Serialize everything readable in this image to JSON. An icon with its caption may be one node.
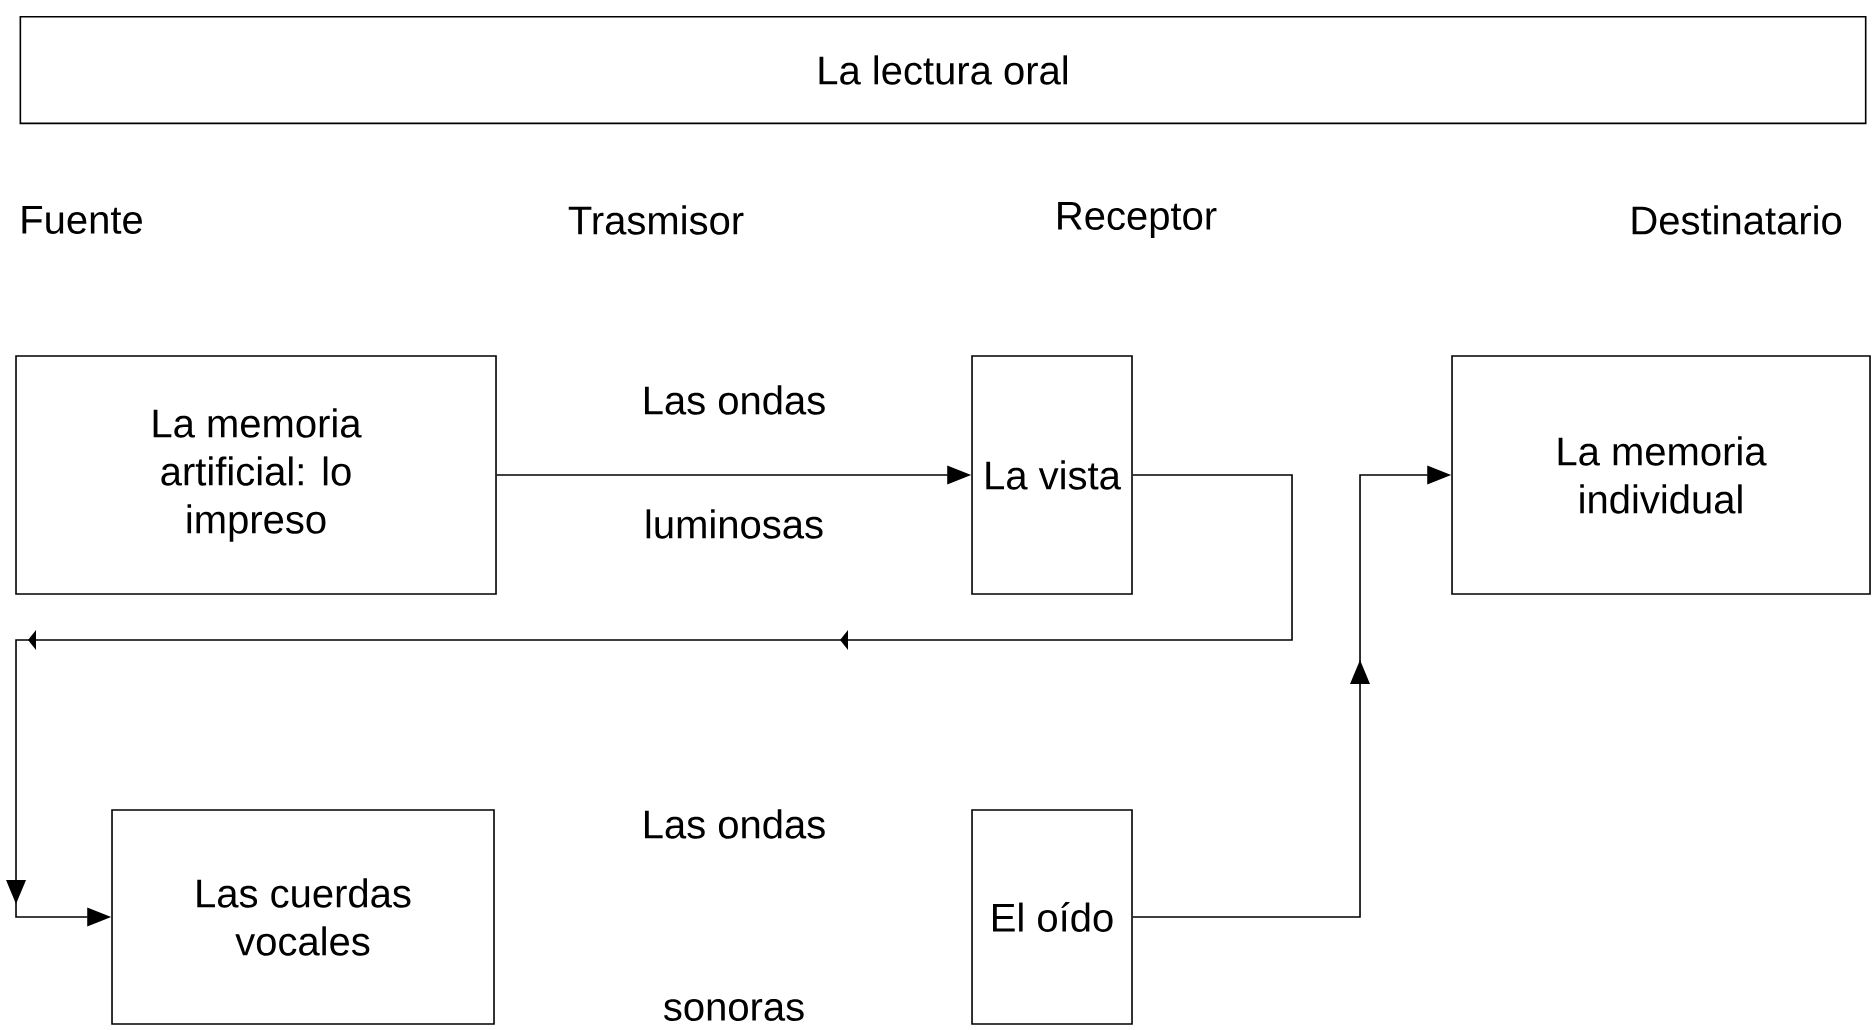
{
  "diagram": {
    "title": "La lectura oral",
    "nodes": [
      {
        "text": [
          "La memoria artificial: lo impreso"
        ]
      },
      {
        "text": [
          "La vista"
        ]
      },
      {
        "text": [
          "La memoria individual"
        ]
      },
      {
        "text": [
          "Las cuerdas vocales"
        ]
      },
      {
        "text": [
          "El oído"
        ]
      }
    ],
    "edges": [
      {
        "from": 0,
        "to": 1,
        "arrow": "to"
      },
      {
        "from": 1,
        "to": 3,
        "arrow": "to"
      },
      {
        "from": 4,
        "to": 2,
        "arrow": "to"
      }
    ],
    "labels": [
      "Fuente",
      "Trasmisor",
      "Receptor",
      "Destinatario",
      "Las ondas",
      "luminosas",
      "Las ondas",
      "sonoras"
    ]
  }
}
